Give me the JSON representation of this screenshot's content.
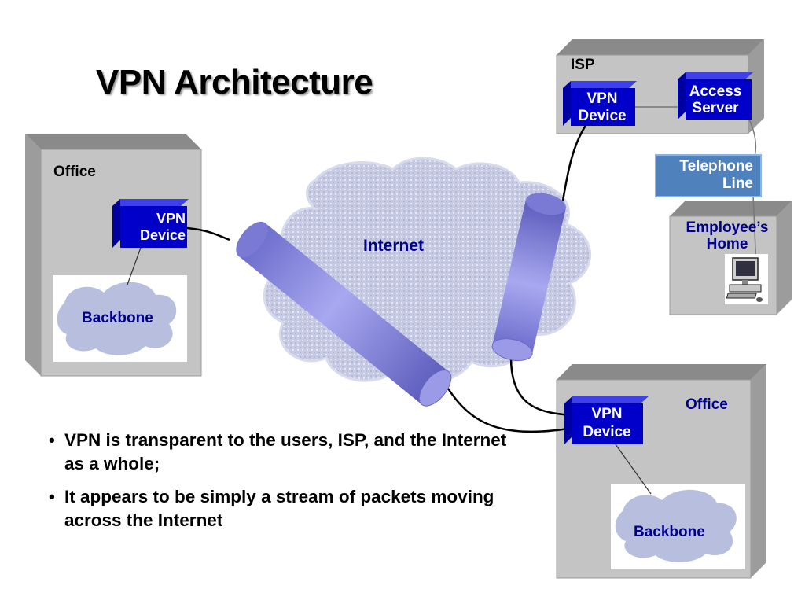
{
  "slide": {
    "title": "VPN Architecture",
    "bullets": [
      "VPN is transparent to the users, ISP, and the Internet as a whole;",
      "It appears to be simply a stream of packets moving across the Internet"
    ],
    "bullet_glyph": "•"
  },
  "diagram": {
    "internet_label": "Internet",
    "office_left": {
      "label": "Office",
      "device": "VPN Device",
      "backbone": "Backbone"
    },
    "office_right": {
      "label": "Office",
      "device": "VPN Device",
      "backbone": "Backbone"
    },
    "isp": {
      "label": "ISP",
      "device": "VPN Device",
      "access_server": "Access Server"
    },
    "telephone_line": "Telephone Line",
    "employee_home": "Employee’s Home",
    "computer_icon": "desktop-computer-icon"
  },
  "colors": {
    "device_blue": "#0000c0",
    "label_navy": "#00008b",
    "box_grey": "#c0c0c0",
    "tube": "#8c8ce0",
    "cloud": "#c8cce4",
    "phone_line": "#4f81bd"
  }
}
